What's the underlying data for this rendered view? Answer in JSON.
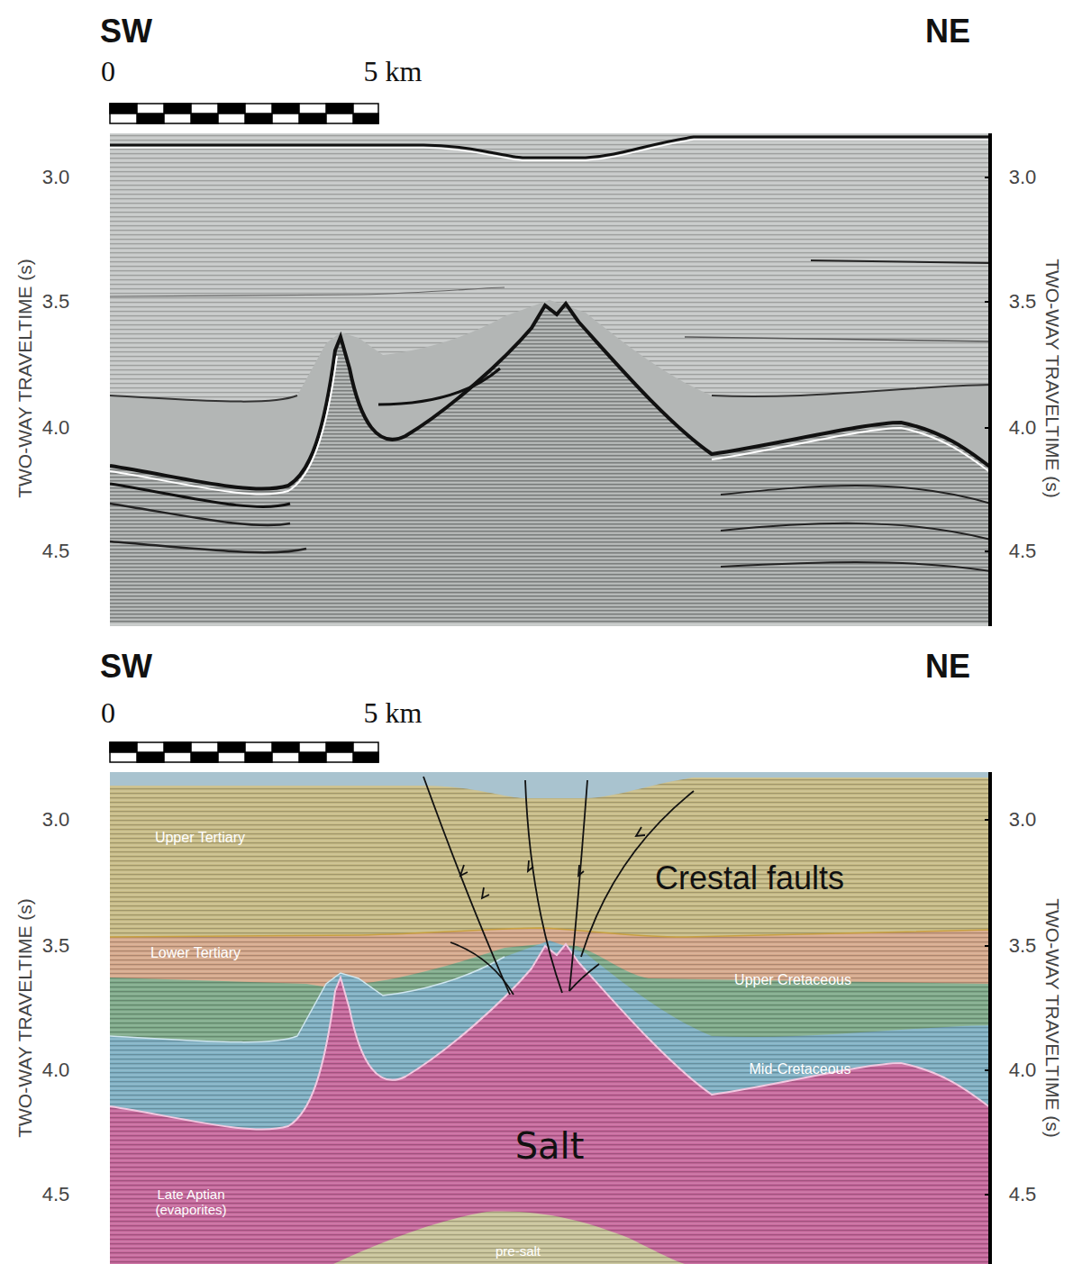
{
  "diagram": {
    "nodes": [
      {
        "text": [
          "Upper Tertiary"
        ]
      },
      {
        "text": [
          "Lower Tertiary"
        ]
      },
      {
        "text": [
          "Upper Cretaceous"
        ]
      },
      {
        "text": [
          "Mid-Cretaceous"
        ]
      },
      {
        "text": [
          "Salt",
          "Late Aptian (evaporites)"
        ]
      },
      {
        "text": [
          "pre-salt"
        ]
      }
    ],
    "labels": [
      "SW",
      "NE",
      "0",
      "5 km",
      "3.0",
      "3.5",
      "4.0",
      "4.5",
      "3.0",
      "3.5",
      "4.0",
      "4.5",
      "TWO-WAY TRAVELTIME (s)",
      "TWO-WAY TRAVELTIME (s)",
      "SW",
      "NE",
      "0",
      "5 km",
      "3.0",
      "3.5",
      "4.0",
      "4.5",
      "3.0",
      "3.5",
      "4.0",
      "4.5",
      "TWO-WAY TRAVELTIME (s)",
      "TWO-WAY TRAVELTIME (s)",
      "Crestal faults"
    ]
  }
}
